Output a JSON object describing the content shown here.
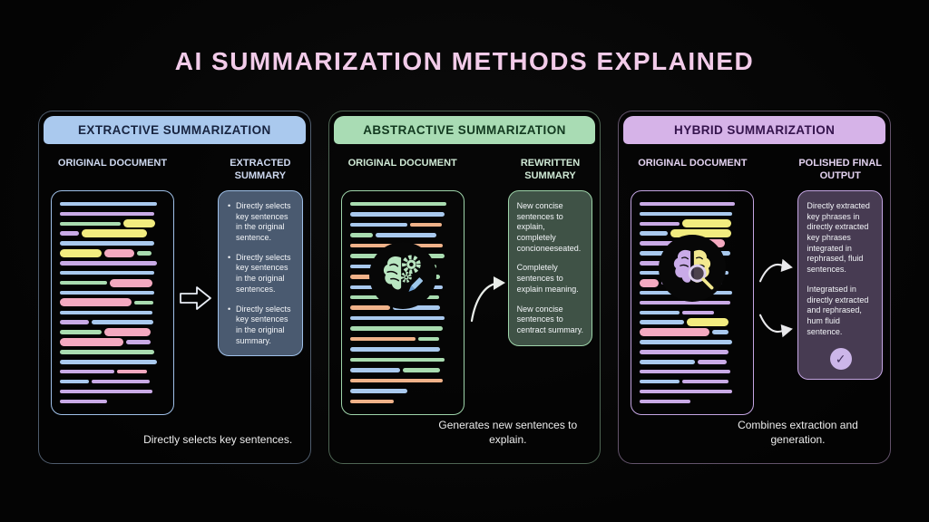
{
  "title": "AI SUMMARIZATION METHODS EXPLAINED",
  "title_color": "#f2cbe9",
  "colors": {
    "blue": "#a9c9ee",
    "purple": "#c9aae6",
    "green": "#a9dcb0",
    "yellow": "#f2ec7f",
    "pink": "#f4a9c0",
    "orange": "#f0b289"
  },
  "panels": [
    {
      "id": "extractive",
      "header": "EXTRACTIVE SUMMARIZATION",
      "doc_label": "ORIGINAL DOCUMENT",
      "sum_label": "EXTRACTED SUMMARY",
      "bulleted": true,
      "summary_items": [
        "Directly selects key sentences in the original sentence.",
        "Directly selects key sentences in the original sentences.",
        "Directly selects key sentences in the original summary."
      ],
      "caption": "Directly selects key sentences.",
      "arrow": "outline-right-arrow",
      "theme": {
        "header_bg": "#aac9ee",
        "header_text": "#17233f",
        "label_text": "#ced9f0",
        "box_bg": "#4a5a70",
        "box_border": "#9fc0e8",
        "panel_border": "rgba(170,200,238,0.45)"
      },
      "doc_lines": [
        [
          [
            "blue",
            92
          ]
        ],
        [
          [
            "purple",
            90
          ]
        ],
        [
          [
            "green",
            58
          ],
          [
            "yellow",
            30,
            1
          ]
        ],
        [
          [
            "purple",
            18
          ],
          [
            "yellow",
            62,
            1
          ]
        ],
        [
          [
            "blue",
            90
          ]
        ],
        [
          [
            "yellow",
            40,
            1
          ],
          [
            "pink",
            28,
            1
          ],
          [
            "green",
            14
          ]
        ],
        [
          [
            "purple",
            92
          ]
        ],
        [
          [
            "blue",
            90
          ]
        ],
        [
          [
            "green",
            45
          ],
          [
            "pink",
            40,
            1
          ]
        ],
        [
          [
            "blue",
            90
          ]
        ],
        [
          [
            "pink",
            68,
            1
          ],
          [
            "green",
            18
          ]
        ],
        [
          [
            "blue",
            88
          ]
        ],
        [
          [
            "purple",
            28
          ],
          [
            "blue",
            58
          ]
        ],
        [
          [
            "green",
            40
          ],
          [
            "pink",
            44,
            1
          ]
        ],
        [
          [
            "pink",
            60,
            1
          ],
          [
            "purple",
            24
          ]
        ],
        [
          [
            "green",
            90
          ]
        ],
        [
          [
            "blue",
            92
          ]
        ],
        [
          [
            "purple",
            52
          ],
          [
            "pink",
            28
          ]
        ],
        [
          [
            "blue",
            28
          ],
          [
            "purple",
            55
          ]
        ],
        [
          [
            "purple",
            88
          ]
        ],
        [
          [
            "purple",
            45
          ]
        ]
      ]
    },
    {
      "id": "abstractive",
      "header": "ABSTRACTIVE SUMMARIZATION",
      "doc_label": "ORIGINAL DOCUMENT",
      "sum_label": "REWRITTEN SUMMARY",
      "bulleted": false,
      "summary_items": [
        "New concise sentences to explain, completely concioneeseated.",
        "Completely sentences to explain meaning.",
        "New concise sentences to centract summary."
      ],
      "caption": "Generates new sentences to explain.",
      "arrow": "curved-right-arrow",
      "doc_icon": "brain-gear-pencil-icon",
      "theme": {
        "header_bg": "#a9dcb4",
        "header_text": "#12391f",
        "label_text": "#cfe9d5",
        "box_bg": "#3f5246",
        "box_border": "#9ed4aa",
        "panel_border": "rgba(169,220,180,0.45)"
      },
      "doc_lines": [
        [
          [
            "green",
            92
          ]
        ],
        [
          [
            "blue",
            90
          ]
        ],
        [
          [
            "blue",
            55
          ],
          [
            "orange",
            30
          ]
        ],
        [
          [
            "green",
            22
          ],
          [
            "blue",
            58
          ]
        ],
        [
          [
            "orange",
            88
          ]
        ],
        [
          [
            "green",
            90
          ]
        ],
        [
          [
            "blue",
            38
          ],
          [
            "green",
            42
          ]
        ],
        [
          [
            "orange",
            28
          ],
          [
            "green",
            55
          ]
        ],
        [
          [
            "blue",
            88
          ]
        ],
        [
          [
            "green",
            85
          ]
        ],
        [
          [
            "orange",
            38
          ],
          [
            "blue",
            45
          ]
        ],
        [
          [
            "blue",
            90
          ]
        ],
        [
          [
            "green",
            88
          ]
        ],
        [
          [
            "orange",
            62
          ],
          [
            "green",
            20
          ]
        ],
        [
          [
            "blue",
            86
          ]
        ],
        [
          [
            "green",
            90
          ]
        ],
        [
          [
            "blue",
            48
          ],
          [
            "green",
            35
          ]
        ],
        [
          [
            "orange",
            88
          ]
        ],
        [
          [
            "blue",
            55
          ]
        ],
        [
          [
            "orange",
            42
          ]
        ]
      ]
    },
    {
      "id": "hybrid",
      "header": "HYBRID SUMMARIZATION",
      "doc_label": "ORIGINAL DOCUMENT",
      "sum_label": "POLISHED FINAL OUTPUT",
      "bulleted": false,
      "summary_items": [
        "Directly extracted key phrases in directly extracted key phrases integrated in rephrased, fluid sentences.",
        "Integratsed in directly extracted and rephrased, hum fluid sentence."
      ],
      "caption": "Combines extraction and generation.",
      "arrow": "double-curved-right-arrow",
      "doc_icon": "brain-magnifier-icon",
      "check_icon": "checkmark-icon",
      "check_glyph": "✓",
      "theme": {
        "header_bg": "#d6b3e8",
        "header_text": "#34134c",
        "label_text": "#e3d2f0",
        "box_bg": "#473b52",
        "box_border": "#c4a5e2",
        "panel_border": "rgba(214,179,232,0.45)"
      },
      "doc_lines": [
        [
          [
            "purple",
            90
          ]
        ],
        [
          [
            "blue",
            88
          ]
        ],
        [
          [
            "purple",
            38
          ],
          [
            "yellow",
            46,
            1
          ]
        ],
        [
          [
            "blue",
            26
          ],
          [
            "yellow",
            58,
            1
          ]
        ],
        [
          [
            "purple",
            52
          ],
          [
            "pink",
            26,
            1
          ]
        ],
        [
          [
            "blue",
            86
          ]
        ],
        [
          [
            "purple",
            34
          ],
          [
            "pink",
            16
          ]
        ],
        [
          [
            "blue",
            84
          ]
        ],
        [
          [
            "pink",
            18,
            1
          ],
          [
            "purple",
            58
          ]
        ],
        [
          [
            "blue",
            88
          ]
        ],
        [
          [
            "purple",
            86
          ]
        ],
        [
          [
            "blue",
            38
          ],
          [
            "purple",
            30
          ]
        ],
        [
          [
            "blue",
            42
          ],
          [
            "yellow",
            40,
            1
          ]
        ],
        [
          [
            "pink",
            66,
            1
          ],
          [
            "blue",
            16
          ]
        ],
        [
          [
            "blue",
            88
          ]
        ],
        [
          [
            "purple",
            84
          ]
        ],
        [
          [
            "blue",
            52
          ],
          [
            "purple",
            28
          ]
        ],
        [
          [
            "purple",
            86
          ]
        ],
        [
          [
            "blue",
            38
          ],
          [
            "purple",
            44
          ]
        ],
        [
          [
            "purple",
            88
          ]
        ],
        [
          [
            "purple",
            48
          ]
        ]
      ]
    }
  ]
}
